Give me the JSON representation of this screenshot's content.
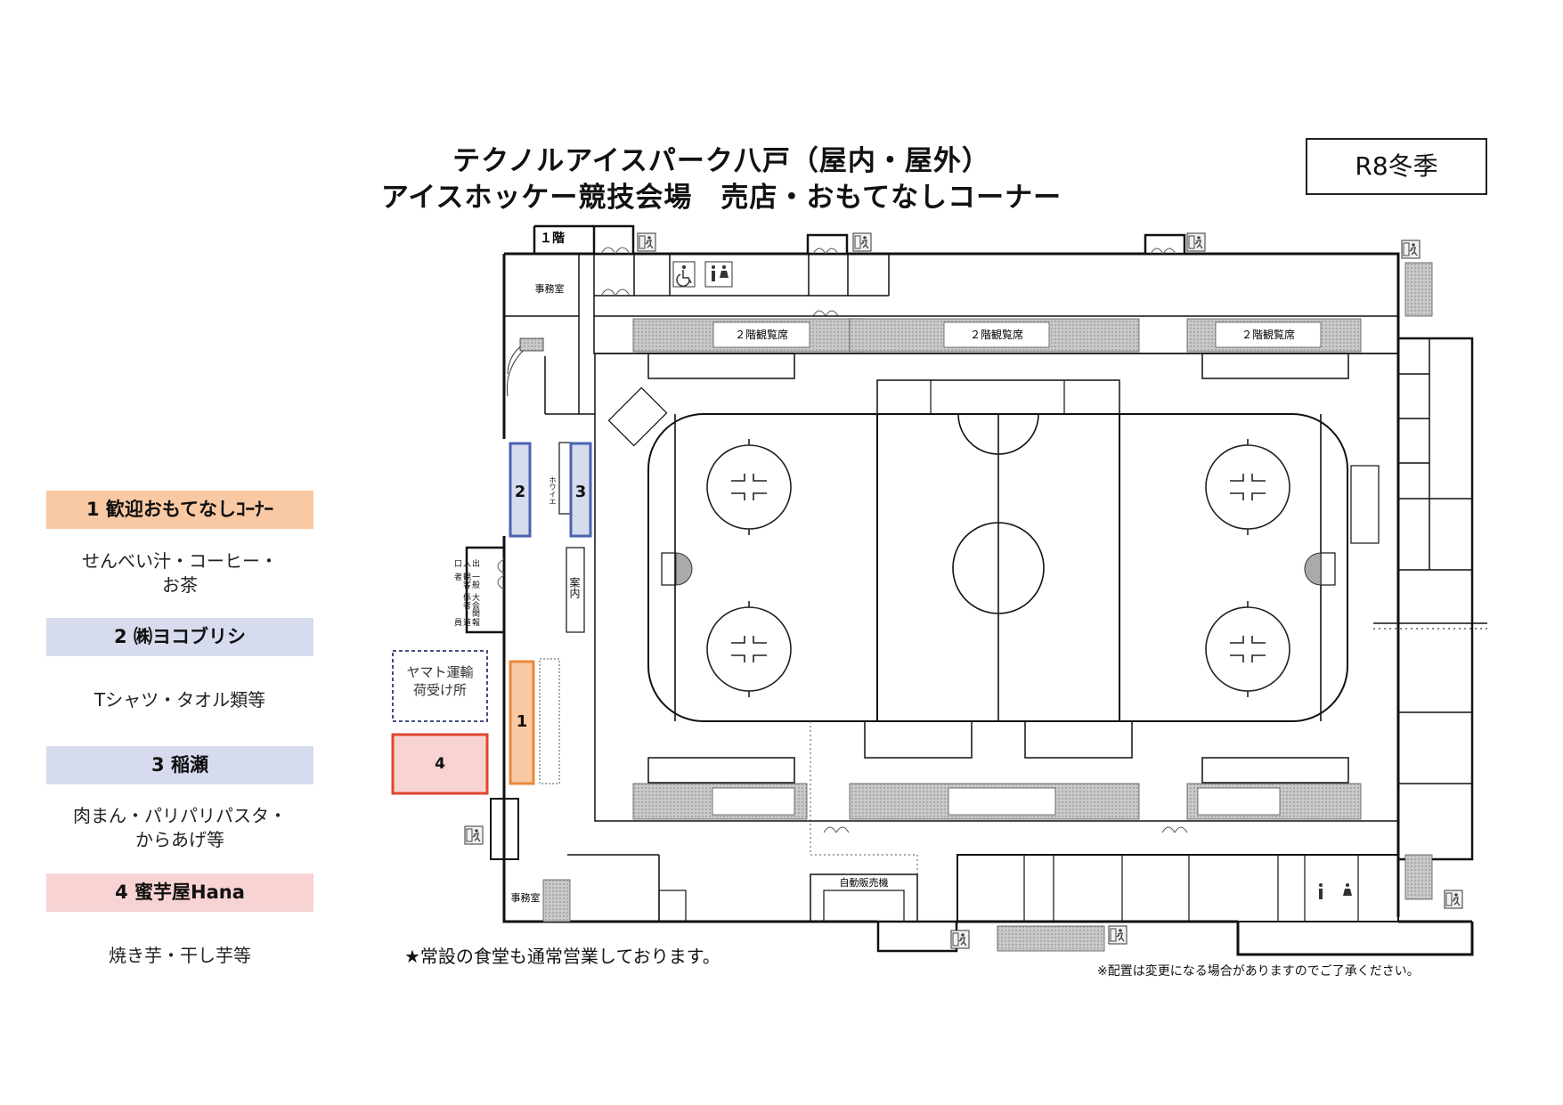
{
  "title": {
    "line1": "テクノルアイスパーク八戸（屋内・屋外）",
    "line2": "アイスホッケー競技会場　売店・おもてなしコーナー"
  },
  "season": "R8冬季",
  "legend": [
    {
      "number": "1",
      "name": "歓迎おもてなしｺｰﾅｰ",
      "items": [
        "せんべい汁・コーヒー・",
        "お茶"
      ],
      "color": "#f9c9a3",
      "border": "#e8883a"
    },
    {
      "number": "2",
      "name": "㈱ヨコブリシ",
      "items": [
        "Tシャツ・タオル類等"
      ],
      "color": "#d6dcee",
      "border": "#4a63b0"
    },
    {
      "number": "3",
      "name": "稲瀬",
      "items": [
        "肉まん・パリパリパスタ・",
        "からあげ等"
      ],
      "color": "#d6dcee",
      "border": "#4a63b0"
    },
    {
      "number": "4",
      "name": "蜜芋屋Hana",
      "items": [
        "焼き芋・干し芋等"
      ],
      "color": "#f8d3d3",
      "border": "#e0452f"
    }
  ],
  "map": {
    "floor": "１階",
    "office": "事務室",
    "gallery": "２階観覧席",
    "foyer": "ホワイエ",
    "info": "案内",
    "entrance": "出入口",
    "entrance_users": [
      "一般観客者",
      "大会関係者・",
      "報道員"
    ],
    "yamato": [
      "ヤマト運輸",
      "荷受け所"
    ],
    "vending": "自動販売機",
    "booths": [
      "1",
      "2",
      "3",
      "4"
    ]
  },
  "notes": {
    "cafeteria": "★常設の食堂も通常営業しております。",
    "disclaimer": "※配置は変更になる場合がありますのでご了承ください。"
  }
}
